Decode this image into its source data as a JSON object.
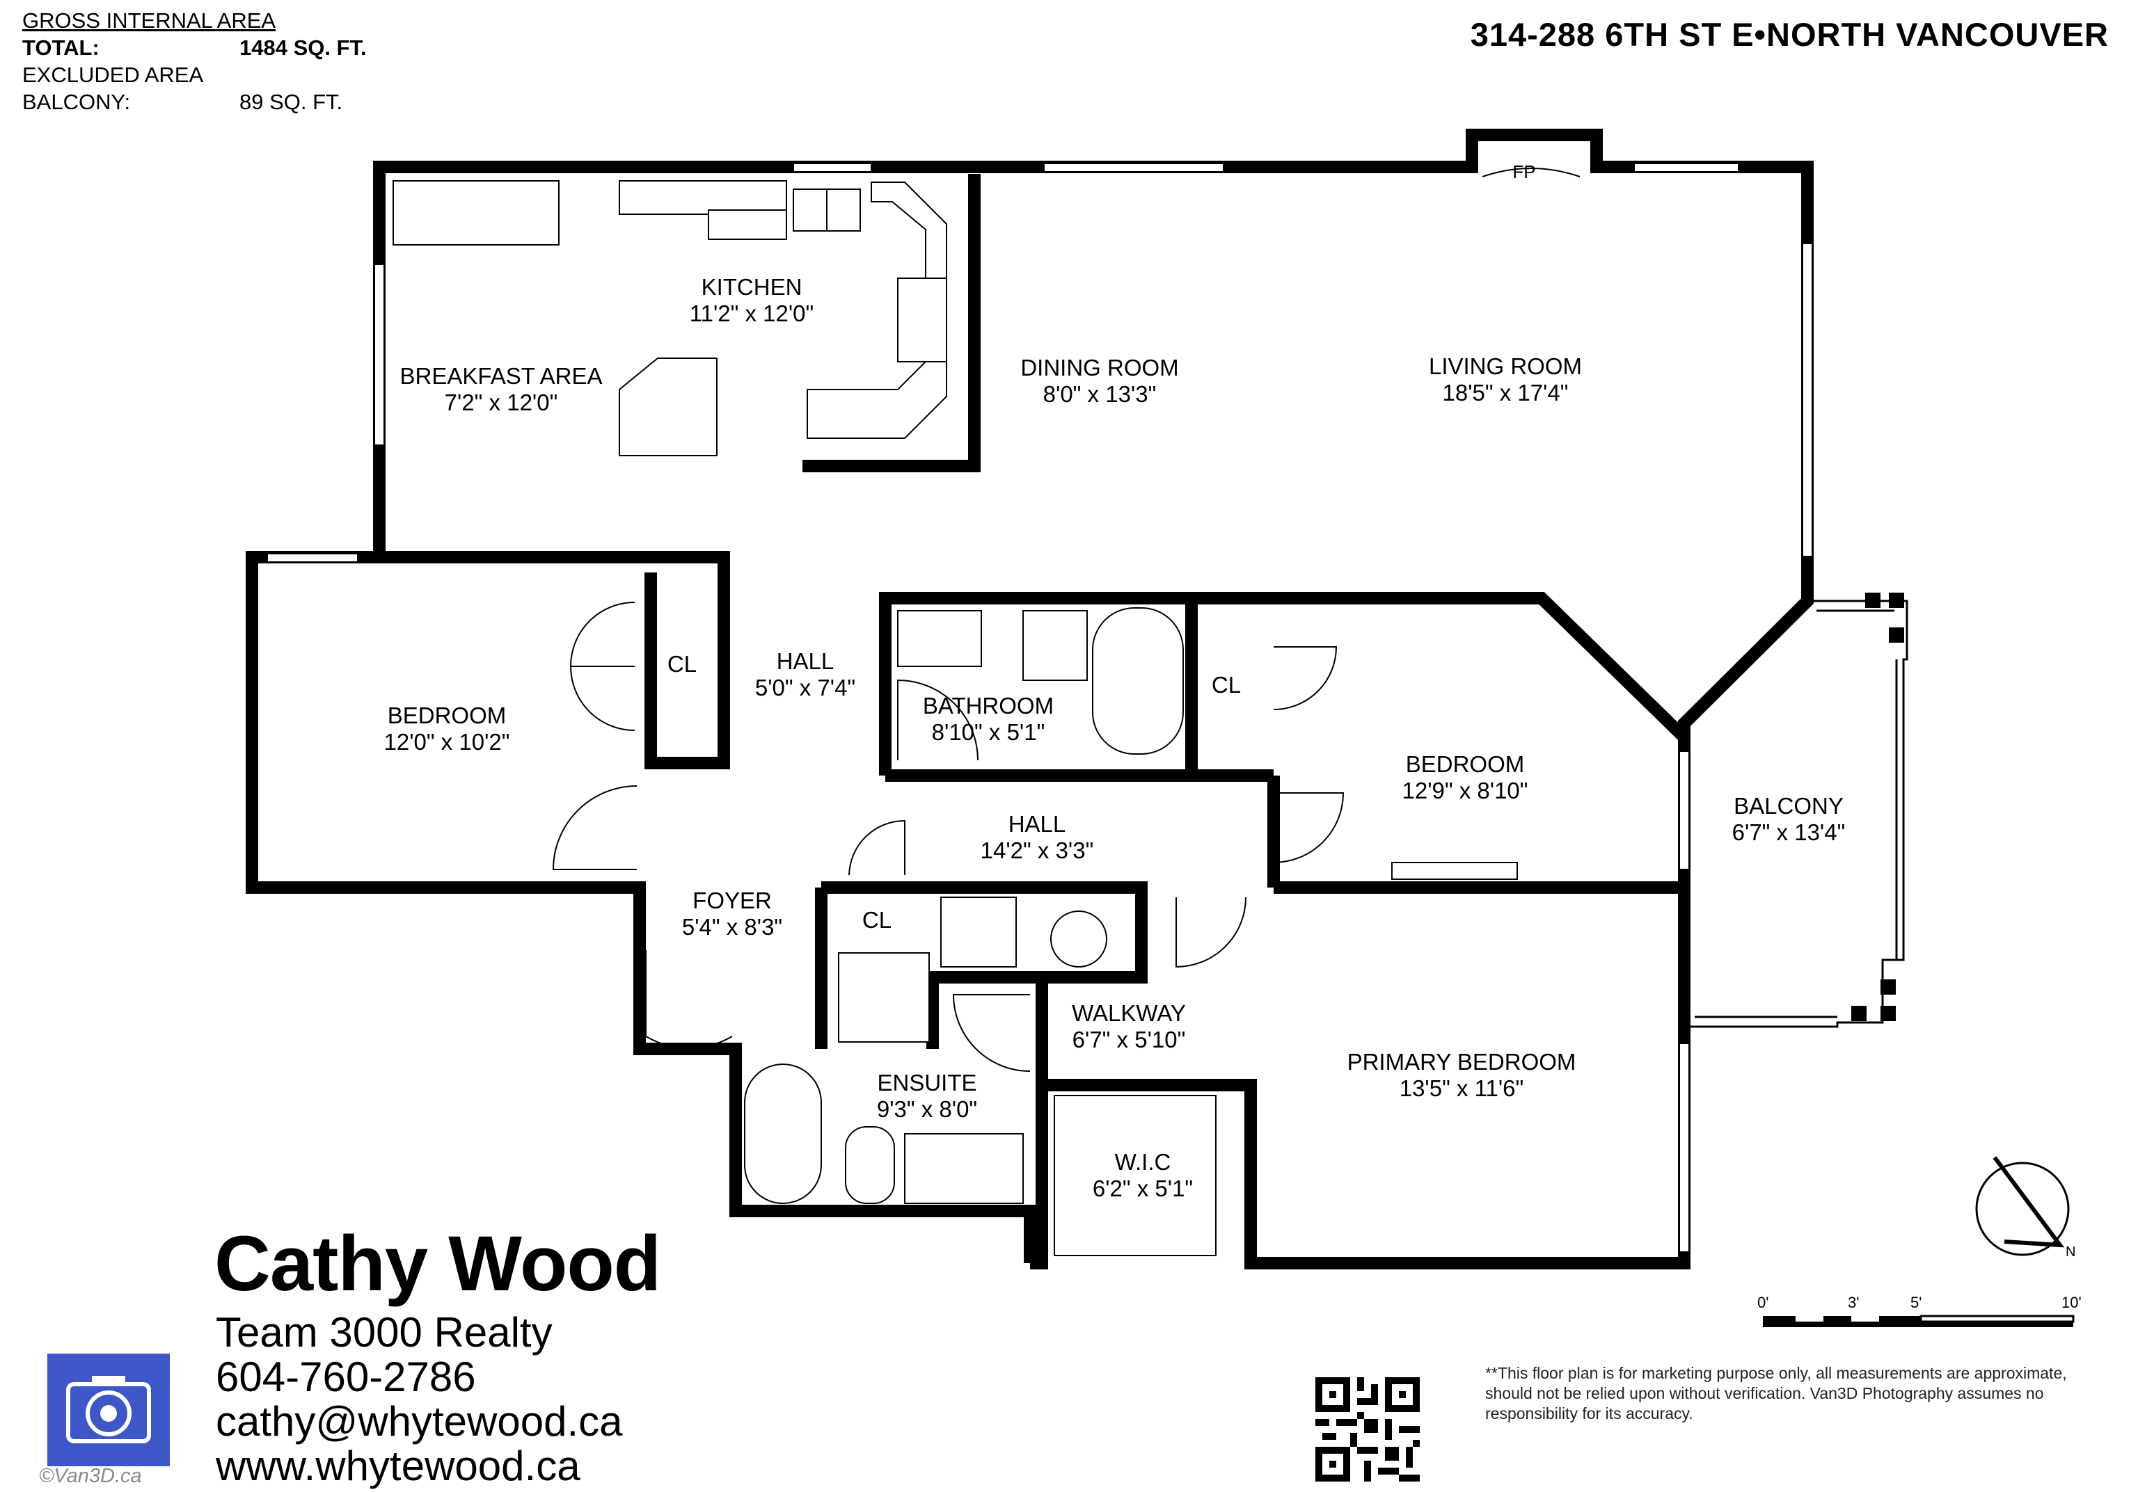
{
  "area": {
    "heading": "GROSS INTERNAL AREA",
    "total_label": "TOTAL:",
    "total_value": "1484 SQ. FT.",
    "excluded_heading": "EXCLUDED AREA",
    "balcony_label": "BALCONY:",
    "balcony_value": "89 SQ. FT."
  },
  "address": "314-288 6TH ST E•NORTH VANCOUVER",
  "rooms": [
    {
      "name": "KITCHEN",
      "size": "11'2\" x 12'0\""
    },
    {
      "name": "BREAKFAST AREA",
      "size": "7'2\" x 12'0\""
    },
    {
      "name": "DINING ROOM",
      "size": "8'0\" x 13'3\""
    },
    {
      "name": "LIVING ROOM",
      "size": "18'5\" x 17'4\""
    },
    {
      "name": "BEDROOM",
      "size": "12'0\" x 10'2\""
    },
    {
      "name": "HALL",
      "size": "5'0\" x 7'4\""
    },
    {
      "name": "BATHROOM",
      "size": "8'10\" x 5'1\""
    },
    {
      "name": "BEDROOM",
      "size": "12'9\" x 8'10\""
    },
    {
      "name": "BALCONY",
      "size": "6'7\" x 13'4\""
    },
    {
      "name": "HALL",
      "size": "14'2\" x 3'3\""
    },
    {
      "name": "FOYER",
      "size": "5'4\" x 8'3\""
    },
    {
      "name": "WALKWAY",
      "size": "6'7\" x 5'10\""
    },
    {
      "name": "PRIMARY BEDROOM",
      "size": "13'5\" x 11'6\""
    },
    {
      "name": "ENSUITE",
      "size": "9'3\" x 8'0\""
    },
    {
      "name": "W.I.C",
      "size": "6'2\" x 5'1\""
    }
  ],
  "closets": [
    "CL",
    "CL",
    "CL"
  ],
  "fireplace": "FP",
  "compass": "N",
  "scale": {
    "ticks": [
      "0'",
      "3'",
      "5'",
      "10'"
    ]
  },
  "contact": {
    "name": "Cathy Wood",
    "company": "Team 3000 Realty",
    "phone": "604-760-2786",
    "email": "cathy@whytewood.ca",
    "website": "www.whytewood.ca"
  },
  "copyright": "©Van3D.ca",
  "disclaimer": "**This floor plan is for marketing purpose only, all measurements are approximate, should not be relied upon without verification. Van3D Photography assumes no responsibility for its accuracy.",
  "colors": {
    "logo_blue": "#3d57c9",
    "wall": "#000000"
  }
}
